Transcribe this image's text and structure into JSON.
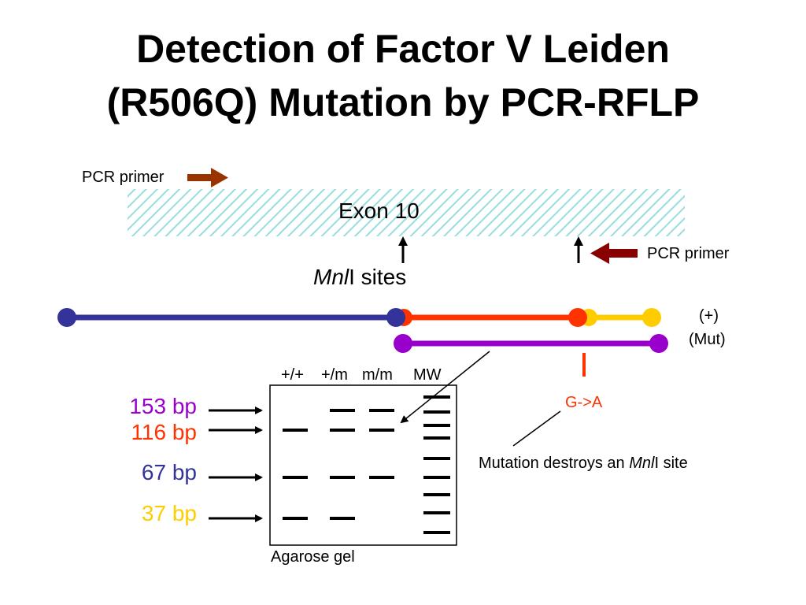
{
  "title": {
    "line1": "Detection of Factor V Leiden",
    "line2": "(R506Q) Mutation by PCR-RFLP"
  },
  "gene": {
    "forward_primer_label": "PCR primer",
    "reverse_primer_label": "PCR primer",
    "exon_label": "Exon 10",
    "enzyme_name": "Mnl",
    "sites_label": "I sites"
  },
  "fragments": {
    "wild_type_label": "(+)",
    "mutant_label": "(Mut)",
    "mutation_label": "G->A",
    "mutation_note_prefix": "Mutation destroys an ",
    "mutation_note_enzyme": "Mnl",
    "mutation_note_suffix": "I site"
  },
  "gel": {
    "lane_labels": [
      "+/+",
      "+/m",
      "m/m",
      "MW"
    ],
    "caption": "Agarose gel",
    "band_sizes": [
      {
        "label": "153 bp",
        "color": "#9900cc"
      },
      {
        "label": "116 bp",
        "color": "#ff3300"
      },
      {
        "label": "67 bp",
        "color": "#333399"
      },
      {
        "label": "37 bp",
        "color": "#ffcc00"
      }
    ]
  },
  "colors": {
    "blue_fragment": "#333399",
    "red_fragment": "#ff3300",
    "yellow_fragment": "#ffcc00",
    "purple_fragment": "#9900cc",
    "exon_hatch": "#99dddd",
    "forward_primer": "#993300",
    "reverse_primer": "#880000"
  }
}
